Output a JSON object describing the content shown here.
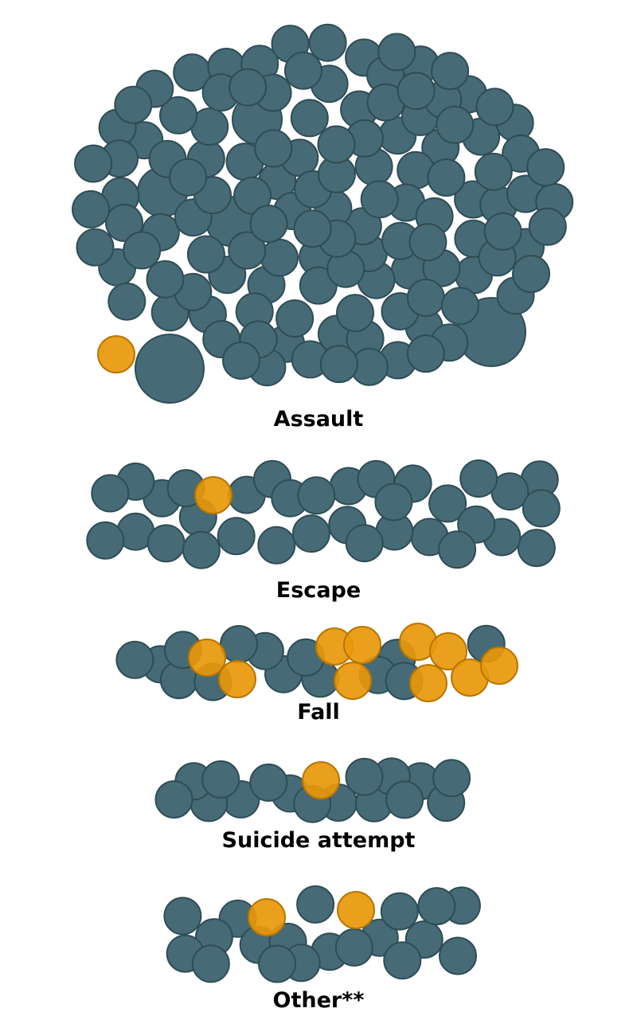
{
  "chart_data": {
    "type": "beeswarm",
    "title": "",
    "colors": {
      "dark": "#476b76",
      "dark_stroke": "#2f4d56",
      "highlight": "#e8980a",
      "highlight_stroke": "#b87600"
    },
    "groups": [
      {
        "label": "Assault",
        "counts": {
          "dark": 152,
          "highlight": 1
        },
        "large_bubbles": 6
      },
      {
        "label": "Escape",
        "counts": {
          "dark": 33,
          "highlight": 1
        }
      },
      {
        "label": "Fall",
        "counts": {
          "dark": 14,
          "highlight": 10
        }
      },
      {
        "label": "Suicide attempt",
        "counts": {
          "dark": 17,
          "highlight": 1
        }
      },
      {
        "label": "Other**",
        "counts": {
          "dark": 19,
          "highlight": 2
        }
      }
    ]
  }
}
